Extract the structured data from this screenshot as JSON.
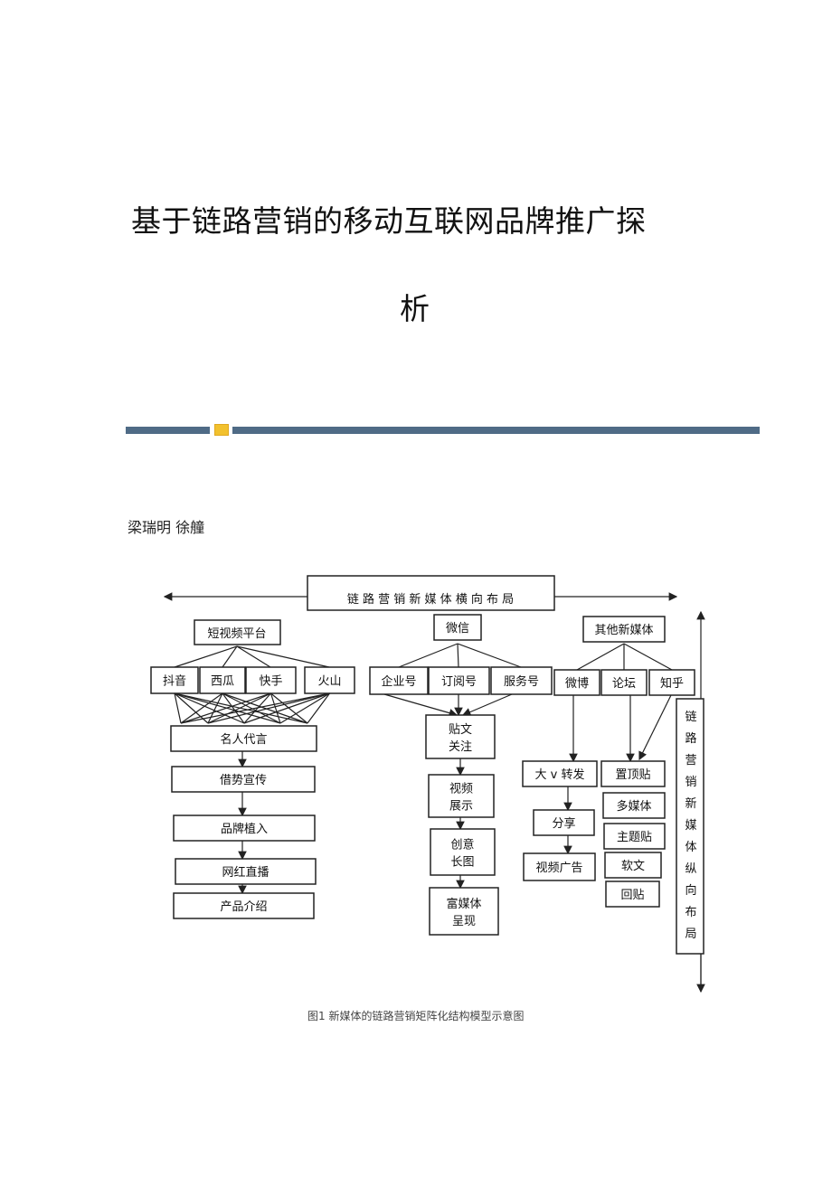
{
  "title": {
    "line1": "基于链路营销的移动互联网品牌推广探",
    "line2": "析"
  },
  "authors": "梁瑞明 徐艟",
  "divider": {
    "color": "#4f6b86",
    "icon": "envelope-icon",
    "icon_color": "#f2c12e"
  },
  "diagram": {
    "top": "链 路 营 销 新 媒 体 横 向 布 局",
    "vertical": [
      "链",
      "路",
      "营",
      "销",
      "新",
      "媒",
      "体",
      "纵",
      "向",
      "布",
      "局"
    ],
    "short_video": {
      "label": "短视频平台",
      "platforms": [
        "抖音",
        "西瓜",
        "快手",
        "火山"
      ],
      "chain": [
        "名人代言",
        "借势宣传",
        "品牌植入",
        "网红直播",
        "产品介绍"
      ]
    },
    "wechat": {
      "label": "微信",
      "accounts": [
        "企业号",
        "订阅号",
        "服务号"
      ],
      "chain": [
        [
          "贴文",
          "关注"
        ],
        [
          "视频",
          "展示"
        ],
        [
          "创意",
          "长图"
        ],
        [
          "富媒体",
          "呈现"
        ]
      ]
    },
    "other": {
      "label": "其他新媒体",
      "platforms": [
        "微博",
        "论坛",
        "知乎"
      ],
      "weibo_chain": [
        "大 v 转发",
        "分享",
        "视频广告"
      ],
      "forum_chain": [
        "置顶贴",
        "多媒体",
        "主题贴",
        "软文",
        "回贴"
      ]
    }
  },
  "caption": "图1  新媒体的链路营销矩阵化结构模型示意图"
}
